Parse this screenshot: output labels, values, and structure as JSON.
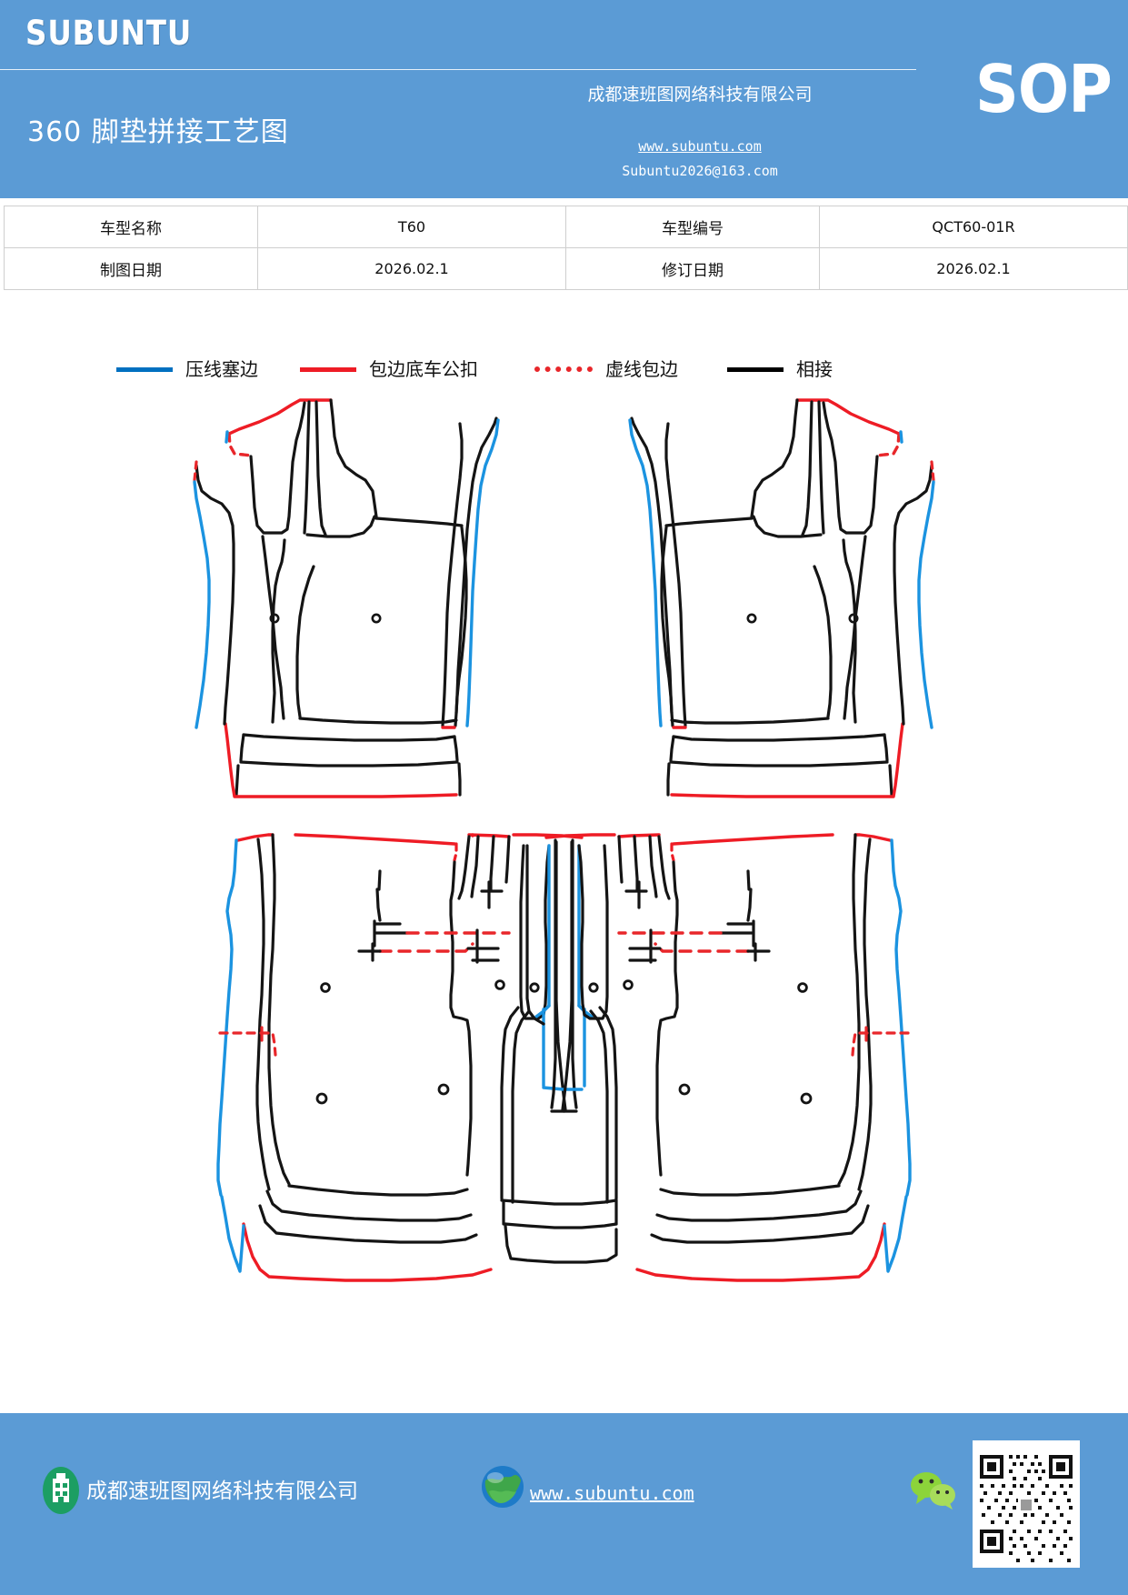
{
  "header": {
    "brand": "SUBUNTU",
    "doc_title": "360 脚垫拼接工艺图",
    "sop_badge": "SOP",
    "company_cn": "成都速班图网络科技有限公司",
    "website": "www.subuntu.com",
    "email": "Subuntu2026@163.com",
    "bg_color": "#5B9BD5"
  },
  "info_table": {
    "rows": [
      {
        "label1": "车型名称",
        "value1": "T60",
        "label2": "车型编号",
        "value2": "QCT60-01R"
      },
      {
        "label1": "制图日期",
        "value1": "2026.02.1",
        "label2": "修订日期",
        "value2": "2026.02.1"
      }
    ]
  },
  "legend": {
    "items": [
      {
        "label": "压线塞边",
        "color": "#0070C0",
        "style": "solid"
      },
      {
        "label": "包边底车公扣",
        "color": "#EE1C25",
        "style": "solid"
      },
      {
        "label": "虚线包边",
        "color": "#E8262A",
        "style": "dotted"
      },
      {
        "label": "相接",
        "color": "#000000",
        "style": "solid"
      }
    ]
  },
  "drawing": {
    "title": "floor-mat-splicing-pattern",
    "sections": [
      {
        "name": "front-row-mats",
        "pieces": [
          "front-left-mat",
          "front-left-sill",
          "front-right-mat",
          "front-right-sill"
        ]
      },
      {
        "name": "rear-row-mats",
        "pieces": [
          "rear-left-mat",
          "rear-left-sill",
          "center-tunnel-mat",
          "rear-right-mat",
          "rear-right-sill"
        ]
      }
    ],
    "colors": {
      "outline": "#141414",
      "blue_edge": "#1B93E0",
      "red_edge": "#EE1C25",
      "dashed_red": "#E8262A"
    }
  },
  "footer": {
    "company_cn": "成都速班图网络科技有限公司",
    "website": "www.subuntu.com",
    "icons": [
      "building-icon",
      "globe-icon",
      "wechat-icon",
      "qr-code"
    ],
    "bg_color": "#5B9BD5"
  }
}
